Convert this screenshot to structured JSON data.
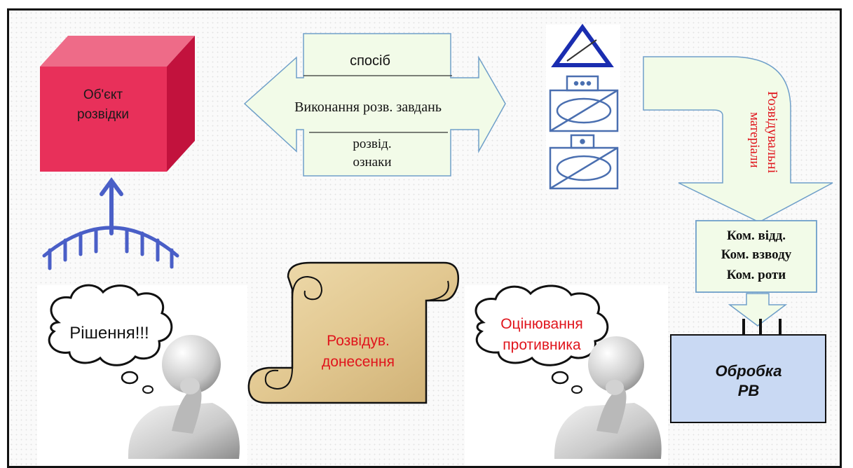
{
  "object": {
    "line1": "Об'єкт",
    "line2": "розвідки"
  },
  "arrow": {
    "top_label": "спосіб",
    "middle_label": "Виконання розв. завдань",
    "bottom_line1": "розвід.",
    "bottom_line2": "ознаки"
  },
  "materials": {
    "line1": "Розвідувальні",
    "line2": "матеріали"
  },
  "commanders": {
    "line1": "Ком. відд.",
    "line2": "Ком. взводу",
    "line3": "Ком. роти"
  },
  "processing": {
    "line1": "Обробка",
    "line2": "РВ"
  },
  "thought_decision": "Рішення!!!",
  "scroll": {
    "line1": "Розвідув.",
    "line2": "донесення"
  },
  "thought_assessment": {
    "line1": "Оцінювання",
    "line2": "противника"
  },
  "colors": {
    "cube_front": "#e8305a",
    "arrow_fill": "#f2fbe8",
    "arrow_stroke": "#6f9fc9",
    "symbol_blue": "#1a2db0",
    "red_text": "#e0141c",
    "processing_fill": "#c9d9f3"
  }
}
